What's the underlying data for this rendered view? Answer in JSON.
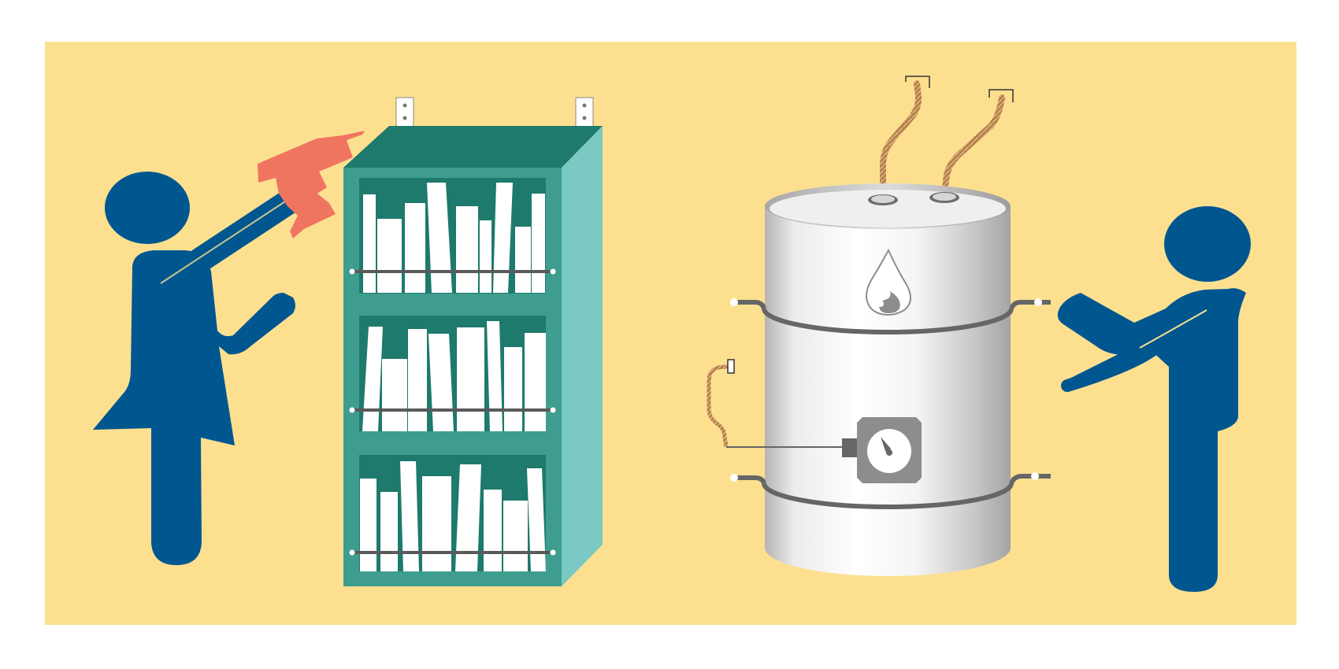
{
  "illustration": {
    "panel": {
      "background": "#fde08f",
      "page_background": "#ffffff"
    },
    "people": {
      "color": "#005790",
      "left": {
        "pose": "person-with-drill"
      },
      "right": {
        "pose": "person-securing-heater"
      }
    },
    "drill": {
      "color": "#f07561"
    },
    "bookcase": {
      "shelf_count": 3,
      "colors": {
        "front": "#3e9d8f",
        "back": "#1d7a6c",
        "side": "#7ac9c5",
        "book": "#ffffff",
        "strap": "#5a5a5a"
      },
      "wall_brackets": 2
    },
    "water_heater": {
      "icon": "flame-icon",
      "gauge_icon": "gauge-icon",
      "straps": 2,
      "pipes": 2,
      "colors": {
        "body_light": "#ffffff",
        "body_dark": "#a9a7a7",
        "strap": "#666666",
        "pipe": "#b5804a"
      }
    }
  }
}
